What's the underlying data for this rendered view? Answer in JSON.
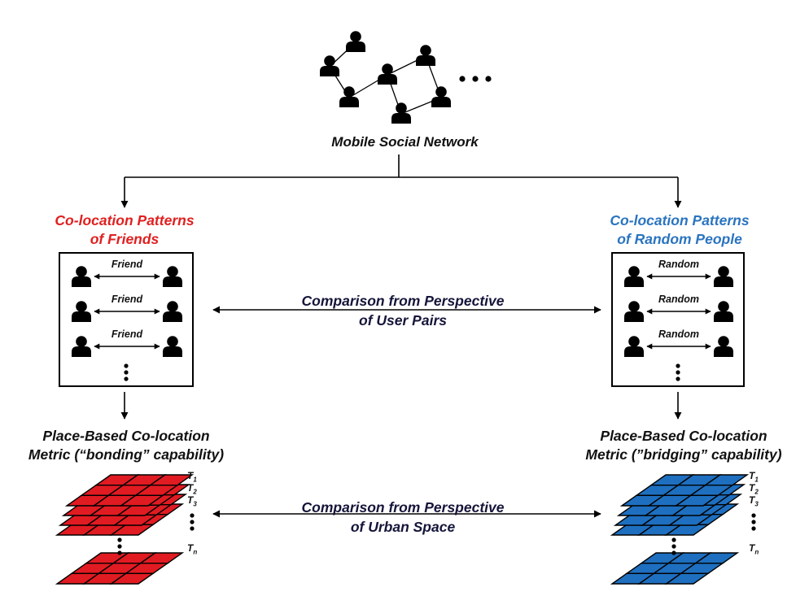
{
  "network": {
    "title": "Mobile Social Network"
  },
  "friends": {
    "title_line1": "Co-location Patterns",
    "title_line2": "of Friends",
    "color": "#e02020",
    "edge_labels": [
      "Friend",
      "Friend",
      "Friend"
    ],
    "metric_line1": "Place-Based Co-location",
    "metric_line2": "Metric (“bonding” capability)",
    "grid_color": "#e11b22"
  },
  "random": {
    "title_line1": "Co-location Patterns",
    "title_line2": "of Random People",
    "color": "#2a74c0",
    "edge_labels": [
      "Random",
      "Random",
      "Random"
    ],
    "metric_line1": "Place-Based Co-location",
    "metric_line2": "Metric (”bridging” capability)",
    "grid_color": "#1e6fbf"
  },
  "comparisons": {
    "user_pairs_line1": "Comparison from Perspective",
    "user_pairs_line2": "of User Pairs",
    "urban_line1": "Comparison from Perspective",
    "urban_line2": "of Urban Space"
  },
  "time_labels": {
    "t1_base": "T",
    "t1_sub": "1",
    "t2_base": "T",
    "t2_sub": "2",
    "t3_base": "T",
    "t3_sub": "3",
    "tn_base": "T",
    "tn_sub": "n"
  },
  "icons": {
    "person": "person-icon",
    "ellipsis": "ellipsis-icon"
  }
}
